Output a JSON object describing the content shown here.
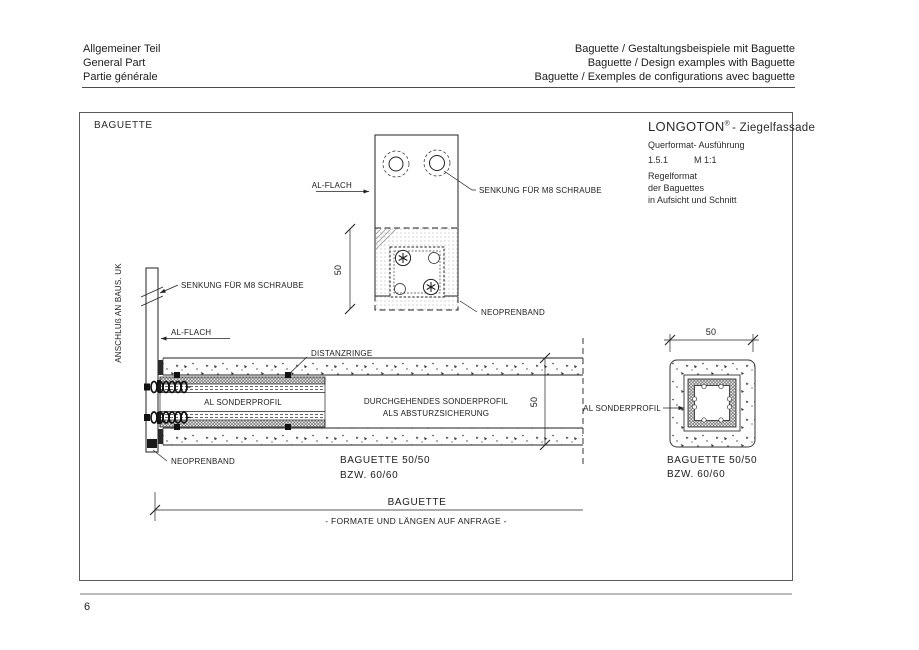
{
  "page": {
    "header_left": [
      "Allgemeiner Teil",
      "General Part",
      "Partie générale"
    ],
    "header_right": [
      "Baguette / Gestaltungsbeispiele mit Baguette",
      "Baguette / Design examples with Baguette",
      "Baguette / Exemples de configurations avec baguette"
    ],
    "page_number": "6"
  },
  "colors": {
    "ink": "#222222",
    "frame": "#5a5a5a",
    "footer_rule": "#bdbdbd"
  },
  "drawing": {
    "frame_label": "BAGUETTE",
    "title_block": {
      "brand": "LONGOTON",
      "registered": "®",
      "product": "- Ziegelfassade",
      "variant": "Querformat- Ausführung",
      "ref": "1.5.1",
      "scale": "M 1:1",
      "desc1": "Regelformat",
      "desc2": "der Baguettes",
      "desc3": "in Aufsicht und Schnitt"
    },
    "plan_view": {
      "al_flach": "AL-FLACH",
      "senkung": "SENKUNG FÜR M8 SCHRAUBE",
      "neoprenband": "NEOPRENBAND",
      "dim_height": "50"
    },
    "section_view": {
      "anschluss": "ANSCHLUß AN BAUS. UK",
      "senkung": "SENKUNG FÜR M8 SCHRAUBE",
      "al_flach": "AL-FLACH",
      "distanzringe": "DISTANZRINGE",
      "al_sonderprofil": "AL SONDERPROFIL",
      "durchgehend_line1": "DURCHGEHENDES SONDERPROFIL",
      "durchgehend_line2": "ALS ABSTURZSICHERUNG",
      "neoprenband": "NEOPRENBAND",
      "baguette_size_line1": "BAGUETTE 50/50",
      "baguette_size_line2": "BZW. 60/60",
      "dim_height": "50"
    },
    "cross_section": {
      "al_sonderprofil": "AL SONDERPROFIL",
      "baguette_size_line1": "BAGUETTE 50/50",
      "baguette_size_line2": "BZW. 60/60",
      "dim_width": "50"
    },
    "bottom_dimension": {
      "label": "BAGUETTE",
      "note": "- FORMATE UND LÄNGEN AUF ANFRAGE -"
    }
  }
}
